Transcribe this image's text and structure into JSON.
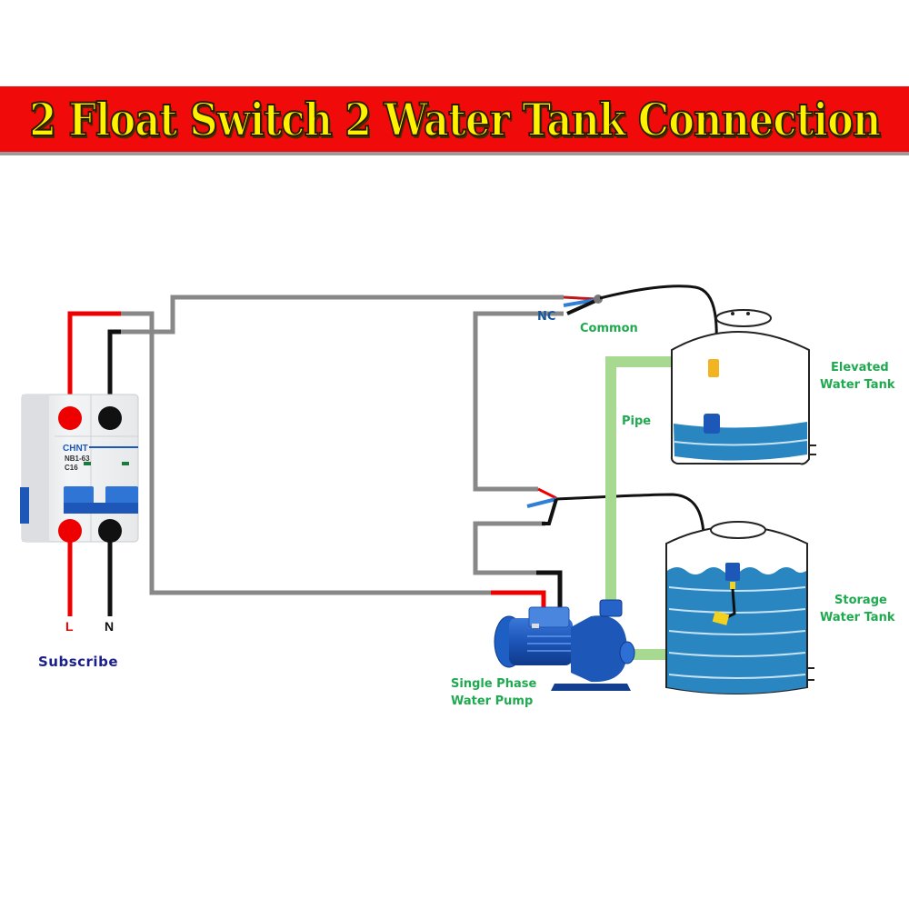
{
  "title": "2 Float Switch 2 Water Tank Connection",
  "colors": {
    "banner_bg": "#f10a0a",
    "title_text": "#fff200",
    "phase_wire": "#ee0000",
    "neutral_wire": "#111111",
    "connecting_wire": "#888888",
    "pipe": "#a8d990",
    "water": "#2a86c1",
    "label_green": "#1faa4f",
    "label_blue": "#16569b",
    "subscribe_text": "#1b1f8a"
  },
  "breaker": {
    "brand": "CHNT",
    "model": "NB1-63",
    "rating": "C16",
    "terminal_left": "L",
    "terminal_right": "N"
  },
  "labels": {
    "line": "L",
    "neutral": "N",
    "subscribe": "Subscribe",
    "nc": "NC",
    "common": "Common",
    "pipe": "Pipe",
    "elevated_tank_line1": "Elevated",
    "elevated_tank_line2": "Water Tank",
    "storage_tank_line1": "Storage",
    "storage_tank_line2": "Water Tank",
    "pump_line1": "Single Phase",
    "pump_line2": "Water Pump"
  },
  "tanks": {
    "elevated": {
      "fill_level": 0.25
    },
    "storage": {
      "fill_level": 0.8
    }
  }
}
